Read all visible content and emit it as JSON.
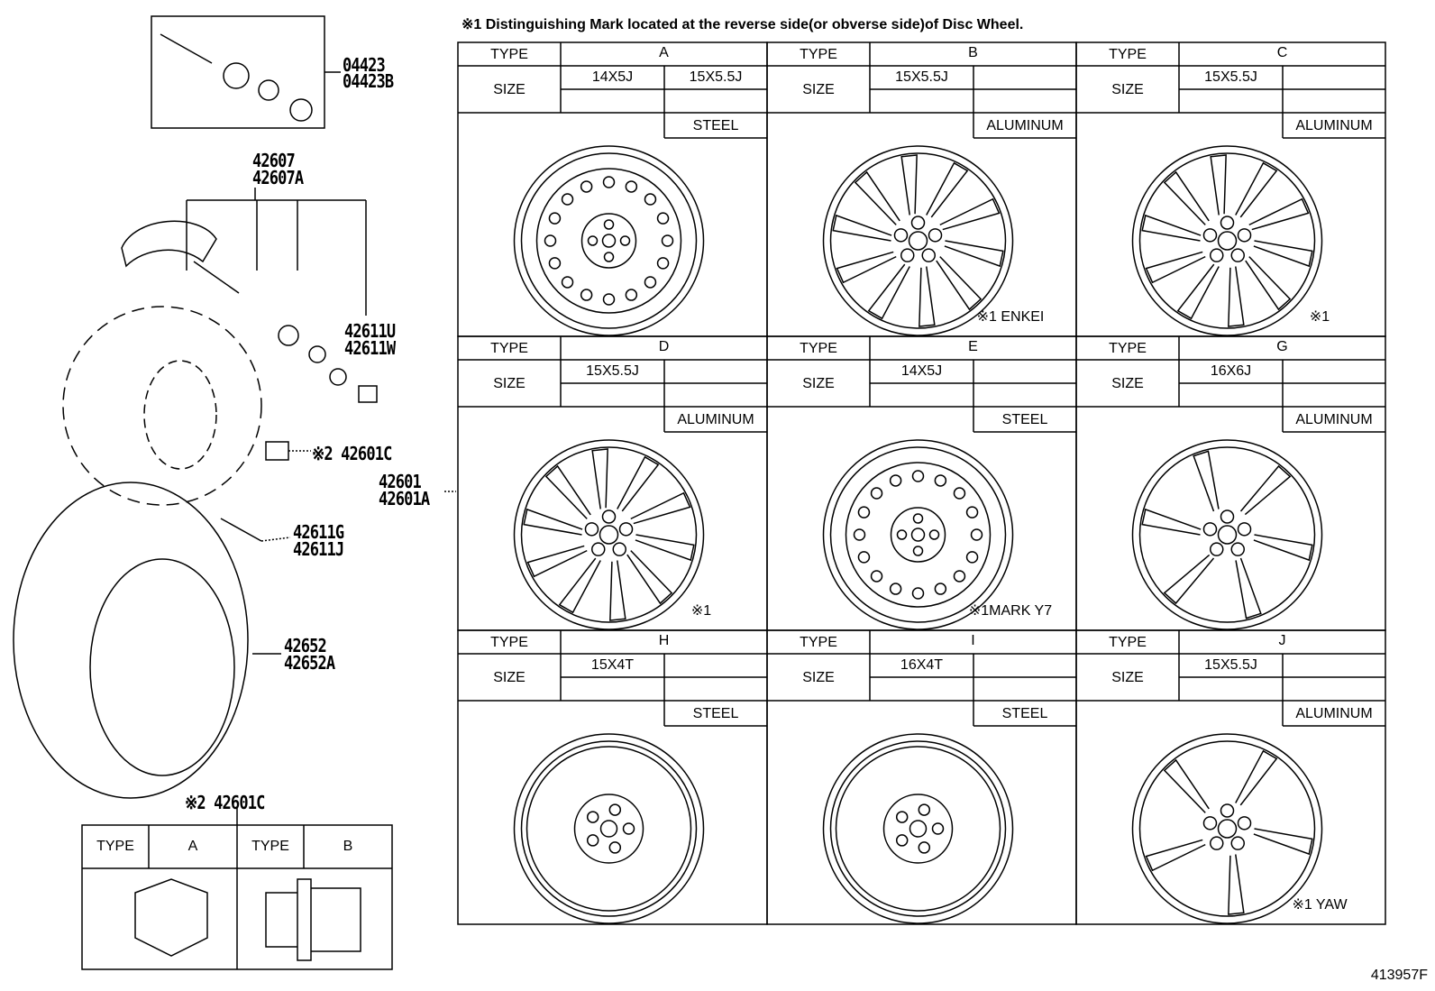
{
  "note": "※1 Distinguishing Mark located at the reverse side(or obverse side)of Disc Wheel.",
  "type_label": "TYPE",
  "size_label": "SIZE",
  "wheels": [
    {
      "type": "A",
      "sizes": [
        "14X5J",
        "15X5.5J"
      ],
      "material": "STEEL",
      "style": "steel",
      "mark": ""
    },
    {
      "type": "B",
      "sizes": [
        "15X5.5J",
        ""
      ],
      "material": "ALUMINUM",
      "style": "alloy10",
      "mark": "※1 ENKEI"
    },
    {
      "type": "C",
      "sizes": [
        "15X5.5J",
        ""
      ],
      "material": "ALUMINUM",
      "style": "alloy10",
      "mark": "※1"
    },
    {
      "type": "D",
      "sizes": [
        "15X5.5J",
        ""
      ],
      "material": "ALUMINUM",
      "style": "alloy10",
      "mark": "※1"
    },
    {
      "type": "E",
      "sizes": [
        "14X5J",
        ""
      ],
      "material": "STEEL",
      "style": "steel",
      "mark": "※1MARK Y7"
    },
    {
      "type": "G",
      "sizes": [
        "16X6J",
        ""
      ],
      "material": "ALUMINUM",
      "style": "alloy6",
      "mark": ""
    },
    {
      "type": "H",
      "sizes": [
        "15X4T",
        ""
      ],
      "material": "STEEL",
      "style": "spare",
      "mark": ""
    },
    {
      "type": "I",
      "sizes": [
        "16X4T",
        ""
      ],
      "material": "STEEL",
      "style": "spare",
      "mark": ""
    },
    {
      "type": "J",
      "sizes": [
        "15X5.5J",
        ""
      ],
      "material": "ALUMINUM",
      "style": "alloy5",
      "mark": "※1 YAW"
    }
  ],
  "parts": {
    "p04423": "04423",
    "p04423B": "04423B",
    "p42607": "42607",
    "p42607A": "42607A",
    "p42611U": "42611U",
    "p42611W": "42611W",
    "p42601C": "※2 42601C",
    "p42601": "42601",
    "p42601A": "42601A",
    "p42611G": "42611G",
    "p42611J": "42611J",
    "p42652": "42652",
    "p42652A": "42652A"
  },
  "nut_table": {
    "title": "※2 42601C",
    "cols": [
      {
        "type": "TYPE",
        "value": "A"
      },
      {
        "type": "TYPE",
        "value": "B"
      }
    ]
  },
  "diagram_code": "413957F"
}
